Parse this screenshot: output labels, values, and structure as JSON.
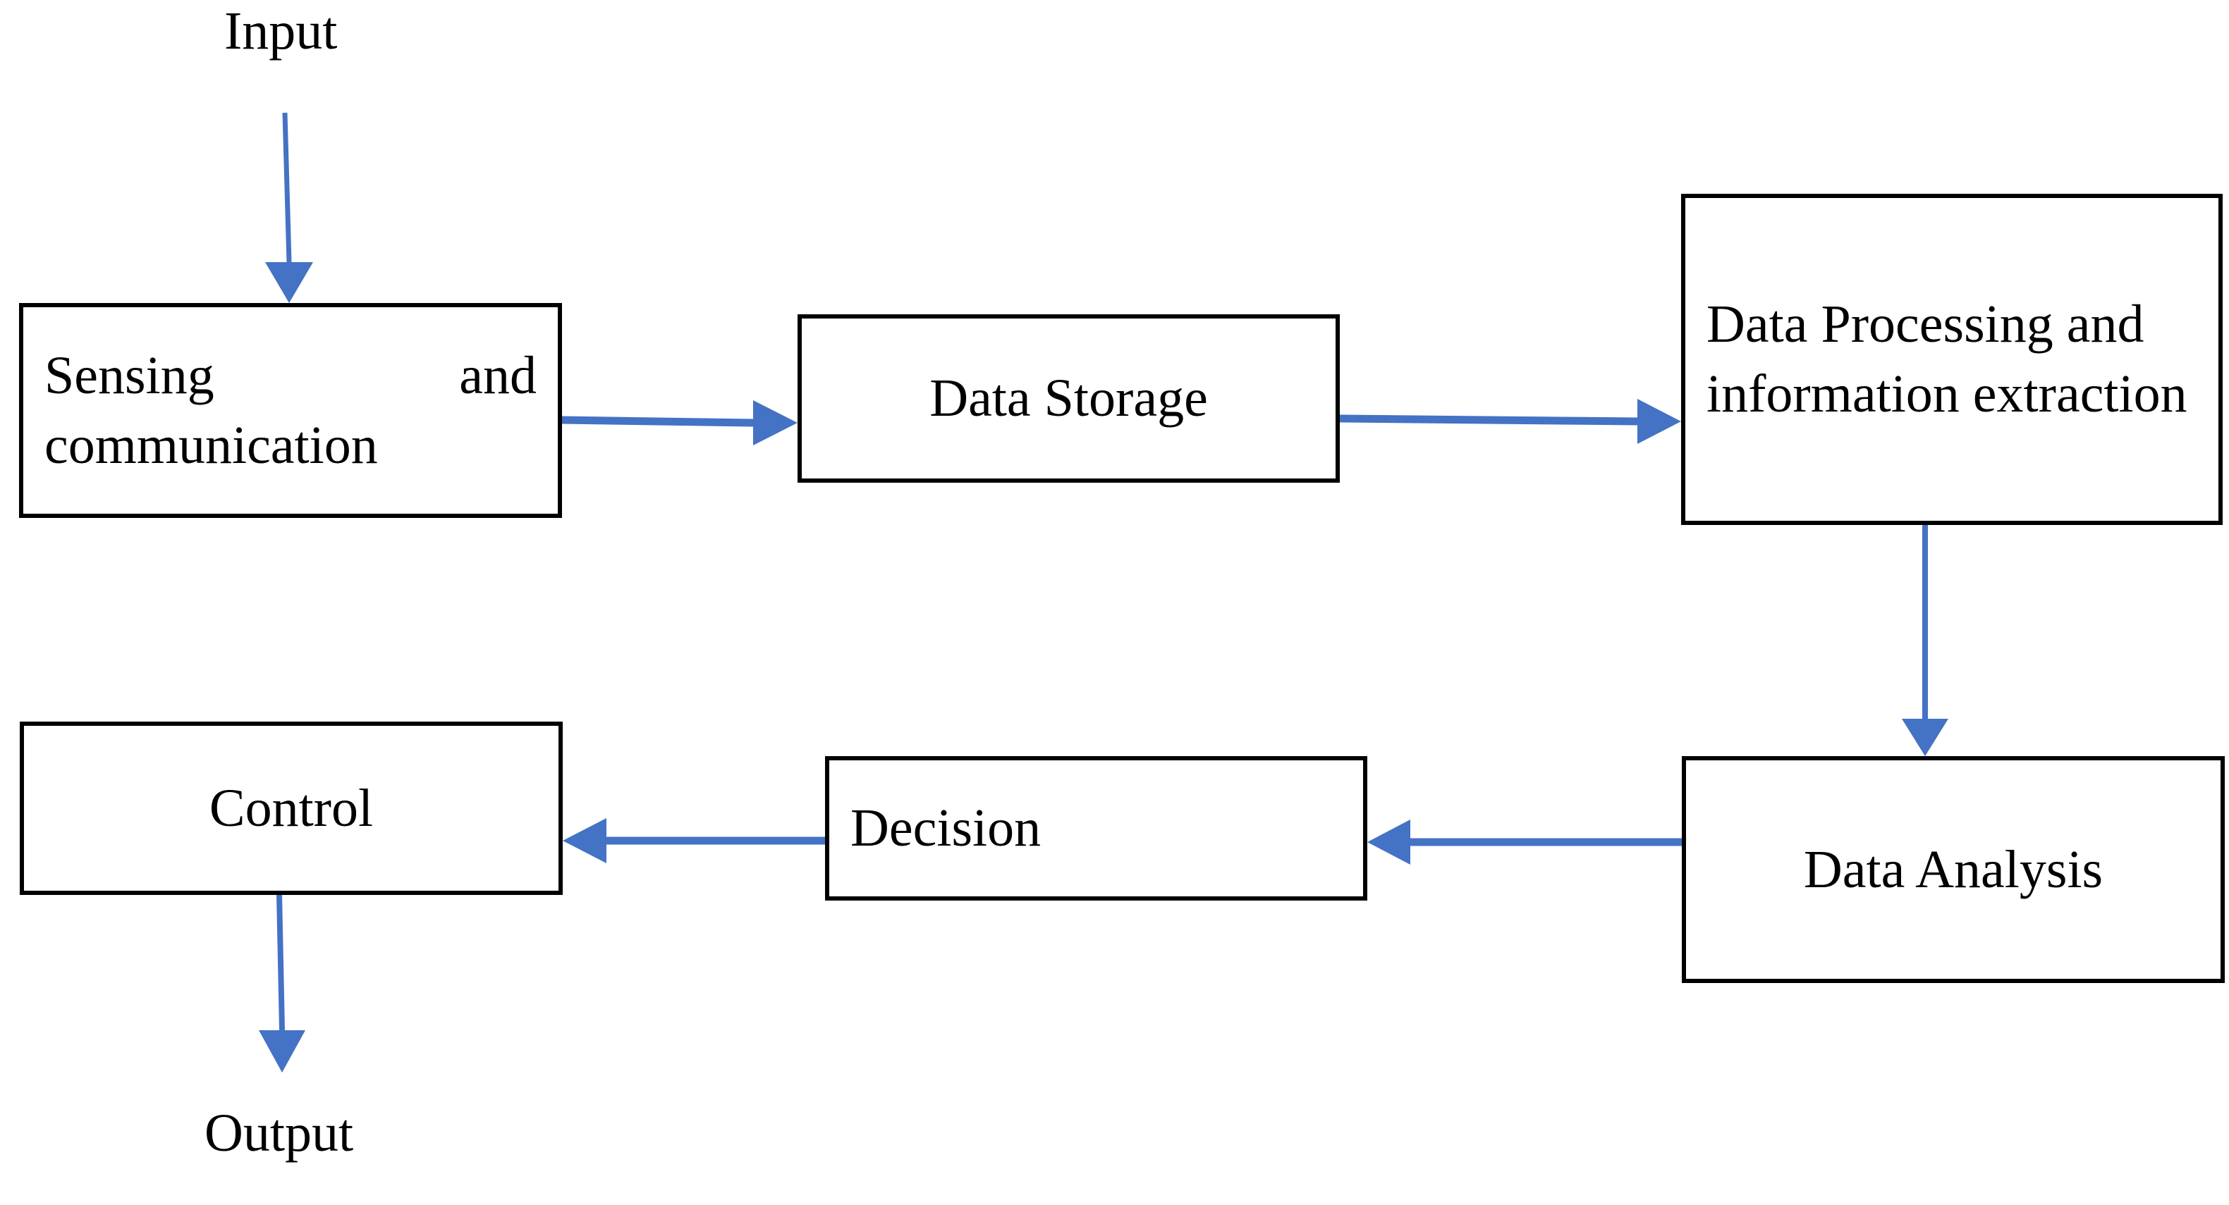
{
  "diagram": {
    "title": "Sensing, processing and control loop flow diagram",
    "accent_color": "#4472C4",
    "border_color": "#000000",
    "background_color": "#FFFFFF",
    "text_color": "#000000"
  },
  "labels": {
    "input": "Input",
    "output": "Output"
  },
  "nodes": {
    "sensing": {
      "label": "Sensing and communication"
    },
    "storage": {
      "label": "Data Storage"
    },
    "processing": {
      "label": "Data Processing and information extraction"
    },
    "control": {
      "label": "Control"
    },
    "decision": {
      "label": "Decision"
    },
    "analysis": {
      "label": "Data Analysis"
    }
  },
  "edges": [
    {
      "name": "input-to-sensing",
      "from": "Input",
      "to": "Sensing and communication",
      "direction": "down"
    },
    {
      "name": "sensing-to-storage",
      "from": "Sensing and communication",
      "to": "Data Storage",
      "direction": "right"
    },
    {
      "name": "storage-to-processing",
      "from": "Data Storage",
      "to": "Data Processing and information extraction",
      "direction": "right"
    },
    {
      "name": "processing-to-analysis",
      "from": "Data Processing and information extraction",
      "to": "Data Analysis",
      "direction": "down"
    },
    {
      "name": "analysis-to-decision",
      "from": "Data Analysis",
      "to": "Decision",
      "direction": "left"
    },
    {
      "name": "decision-to-control",
      "from": "Decision",
      "to": "Control",
      "direction": "left"
    },
    {
      "name": "control-to-output",
      "from": "Control",
      "to": "Output",
      "direction": "down"
    }
  ]
}
